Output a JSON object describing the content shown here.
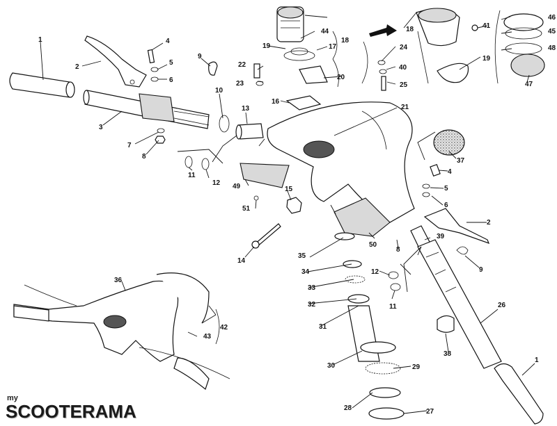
{
  "callouts": [
    "1",
    "2",
    "3",
    "4",
    "5",
    "6",
    "7",
    "8",
    "9",
    "10",
    "11",
    "12",
    "13",
    "14",
    "15",
    "16",
    "17",
    "18",
    "19",
    "20",
    "21",
    "22",
    "23",
    "24",
    "25",
    "26",
    "27",
    "28",
    "29",
    "30",
    "31",
    "32",
    "33",
    "34",
    "35",
    "36",
    "37",
    "38",
    "39",
    "40",
    "41",
    "42",
    "43",
    "44",
    "45",
    "46",
    "47",
    "48",
    "49",
    "50",
    "51"
  ],
  "watermark": {
    "prefix": "my",
    "brand": "SCOOTERAMA"
  }
}
